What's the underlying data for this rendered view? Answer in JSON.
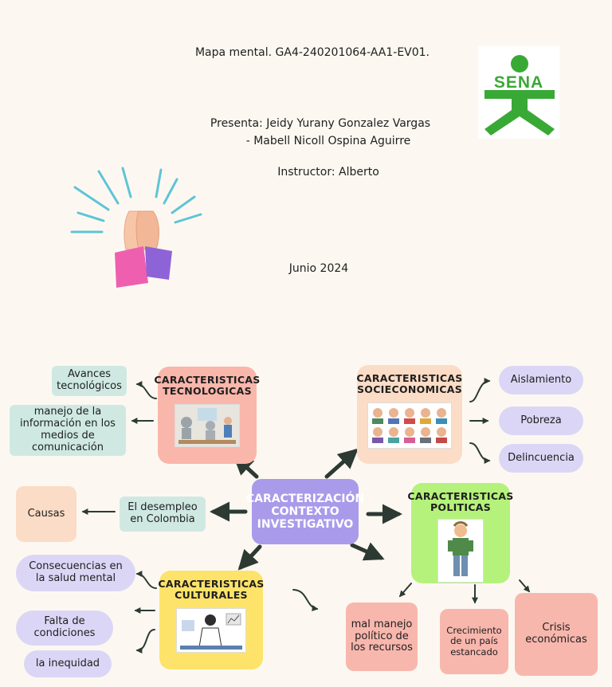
{
  "header": {
    "title": "Mapa mental. GA4-240201064-AA1-EV01.",
    "presenta_line1": "Presenta: Jeidy Yurany Gonzalez Vargas",
    "presenta_line2": "- Mabell Nicoll Ospina Aguirre",
    "instructor": "Instructor: Alberto",
    "date": "Junio 2024",
    "logo_text": "SENA"
  },
  "colors": {
    "background": "#fcf8f1",
    "center": "#a99bea",
    "tecnologicas": "#f9b6ab",
    "socioeconomicas": "#fbdcc6",
    "politicas": "#b5f27b",
    "culturales": "#fde36a",
    "sena_green": "#39a935"
  },
  "map": {
    "center": "CARACTERIZACIÓN\nCONTEXTO\nINVESTIGATIVO",
    "tecnologicas": {
      "title": "CARACTERISTICAS\nTECNOLOGICAS",
      "items": [
        "Avances\ntecnológicos",
        "manejo de la\ninformación en los\nmedios de\ncomunicación"
      ]
    },
    "socioeconomicas": {
      "title": "CARACTERISTICAS\nSOCIECONOMICAS",
      "items": [
        "Aislamiento",
        "Pobreza",
        "Delincuencia"
      ]
    },
    "desempleo": {
      "label": "El desempleo\nen Colombia",
      "causa": "Causas"
    },
    "politicas": {
      "title": "CARACTERISTICAS\nPOLITICAS",
      "items": [
        "mal manejo\npolítico de\nlos recursos",
        "Crecimiento\nde un país\nestancado",
        "Crisis\neconómicas"
      ]
    },
    "culturales": {
      "title": "CARACTERISTICAS\nCULTURALES",
      "items": [
        "Consecuencias en\nla salud mental",
        "Falta de\ncondiciones",
        "la inequidad"
      ]
    }
  }
}
